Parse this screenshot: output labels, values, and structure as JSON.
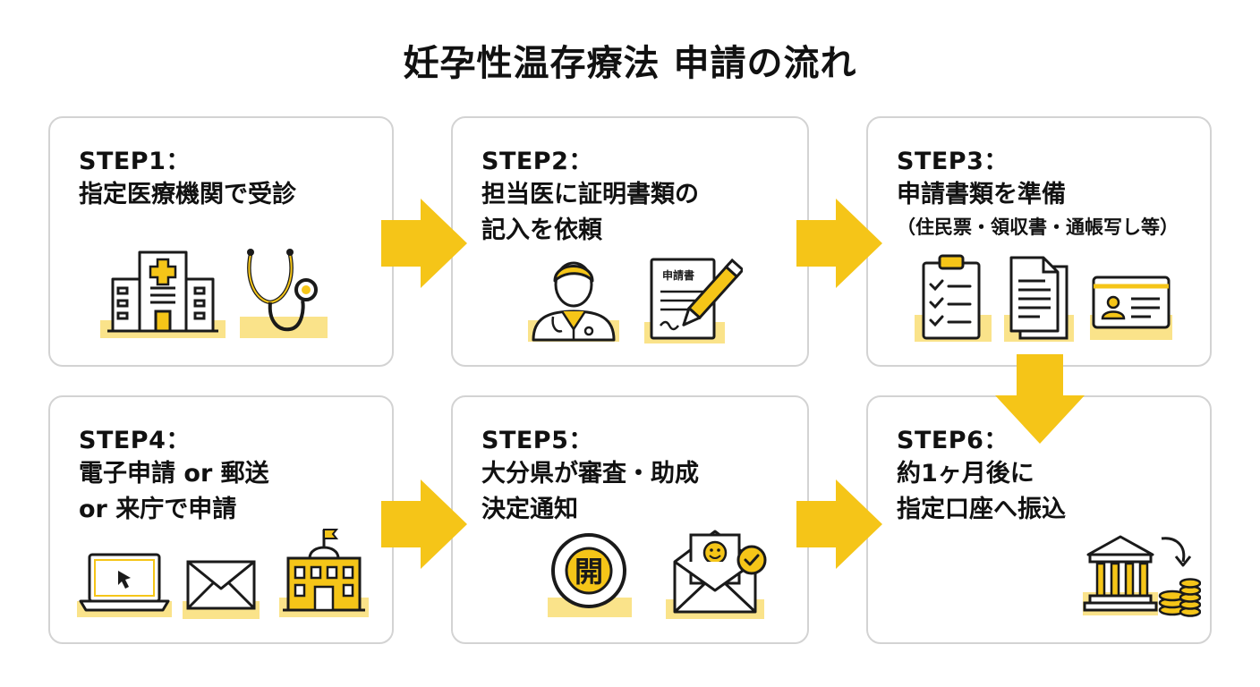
{
  "title": "妊孕性温存療法 申請の流れ",
  "colors": {
    "accent": "#f5c518",
    "highlight": "#fae38a",
    "stroke": "#1a1a1a",
    "border": "#d3d3d3"
  },
  "steps": [
    {
      "label": "STEP1：",
      "desc": "指定医療機関で受診",
      "icons": [
        "hospital-icon",
        "stethoscope-icon"
      ]
    },
    {
      "label": "STEP2：",
      "desc": "担当医に証明書類の\n記入を依頼",
      "doc_label": "申請書",
      "icons": [
        "doctor-icon",
        "form-pen-icon"
      ]
    },
    {
      "label": "STEP3：",
      "desc": "申請書類を準備",
      "note": "（住民票・領収書・通帳写し等）",
      "icons": [
        "clipboard-checklist-icon",
        "documents-icon",
        "id-card-icon"
      ]
    },
    {
      "label": "STEP4：",
      "desc": "電子申請 or 郵送\nor 来庁で申請",
      "icons": [
        "laptop-icon",
        "envelope-icon",
        "government-building-icon"
      ]
    },
    {
      "label": "STEP5：",
      "desc": "大分県が審査・助成\n決定通知",
      "seal_text": "開",
      "icons": [
        "seal-icon",
        "notice-envelope-icon"
      ]
    },
    {
      "label": "STEP6：",
      "desc": "約1ヶ月後に\n指定口座へ振込",
      "icons": [
        "bank-coins-icon"
      ]
    }
  ]
}
